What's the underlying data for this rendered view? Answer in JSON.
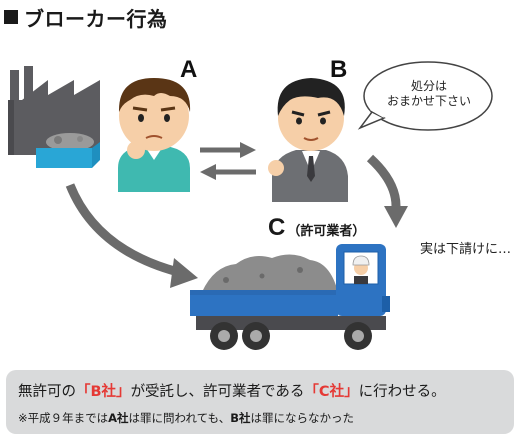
{
  "title": "ブローカー行為",
  "labels": {
    "a": "A",
    "b": "B",
    "c": "C",
    "c_sub": "（許可業者）"
  },
  "speech_bubble": {
    "line1": "処分は",
    "line2": "おまかせ下さい"
  },
  "note": "実は下請けに…",
  "summary": {
    "main": {
      "p1": "無許可の",
      "q1": "「B社」",
      "p2": "が受託し、許可業者である",
      "q2": "「C社」",
      "p3": "に行わせる。"
    },
    "sub": {
      "p1": "※平成９年までは",
      "b1": "A社",
      "p2": "は罪に問われても、",
      "b2": "B社",
      "p3": "は罪にならなかった"
    }
  },
  "colors": {
    "factory": "#5c5c60",
    "tank": "#29a6d6",
    "shirt_a": "#3fb9b0",
    "suit_b": "#6d6f73",
    "truck": "#2d73c2",
    "arrow": "#6b6b6b",
    "highlight": "#e53935",
    "panel": "#d9dadb"
  }
}
